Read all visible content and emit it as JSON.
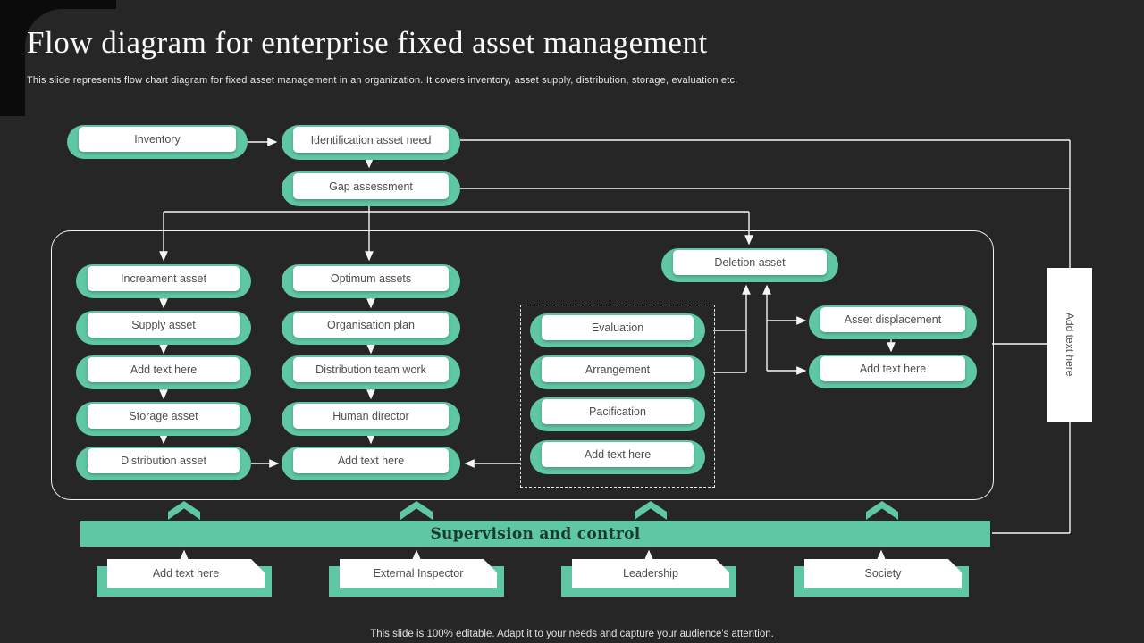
{
  "title": "Flow diagram for enterprise fixed asset management",
  "subtitle": "This slide represents flow chart  diagram for fixed asset management in an organization. It covers inventory, asset supply, distribution, storage, evaluation etc.",
  "footer": "This slide is 100% editable. Adapt it to your needs and capture your audience's attention.",
  "colors": {
    "accent": "#5fc7a3",
    "background": "#262626",
    "frame_line": "#f2f2f2",
    "bar_text": "#1c392e",
    "node_text": "#4e4e4e"
  },
  "flow": {
    "inventory": "Inventory",
    "identification": "Identification asset need",
    "gap_assessment": "Gap assessment",
    "column1": [
      "Increament asset",
      "Supply asset",
      "Add text here",
      "Storage asset",
      "Distribution asset"
    ],
    "column2": [
      "Optimum assets",
      "Organisation plan",
      "Distribution team work",
      "Human director",
      "Add text here"
    ],
    "dashed_group": [
      "Evaluation",
      "Arrangement",
      "Pacification",
      "Add text here"
    ],
    "deletion_asset": "Deletion asset",
    "asset_displacement": "Asset displacement",
    "displacement_next": "Add text here",
    "side_label": "Add text here",
    "supervision_bar": "Supervision and control",
    "bottom_row": [
      "Add text here",
      "External Inspector",
      "Leadership",
      "Society"
    ]
  }
}
